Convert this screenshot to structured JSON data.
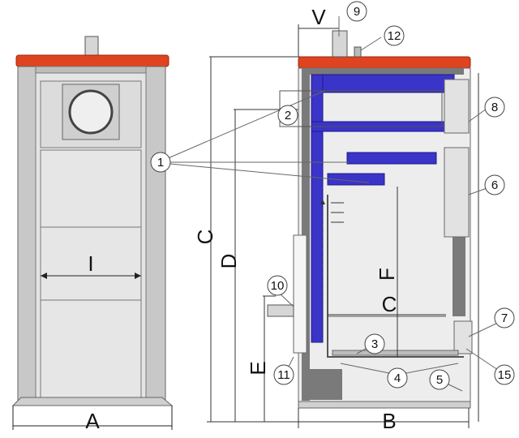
{
  "colors": {
    "top_plate": "#e0431f",
    "panel": "#e4e4e4",
    "panel_dark": "#9a9a9a",
    "pillar": "#c8c8c8",
    "insulation": "#7a7a7a",
    "water_jacket": "#3a34c8",
    "line": "#333333"
  },
  "dimensions": {
    "A": "A",
    "B": "B",
    "C": "C",
    "D": "D",
    "E": "E",
    "F": "F",
    "V": "V",
    "I": "I",
    "C_inner": "C"
  },
  "callouts": [
    "1",
    "2",
    "3",
    "4",
    "5",
    "6",
    "7",
    "8",
    "9",
    "10",
    "11",
    "12",
    "15"
  ]
}
